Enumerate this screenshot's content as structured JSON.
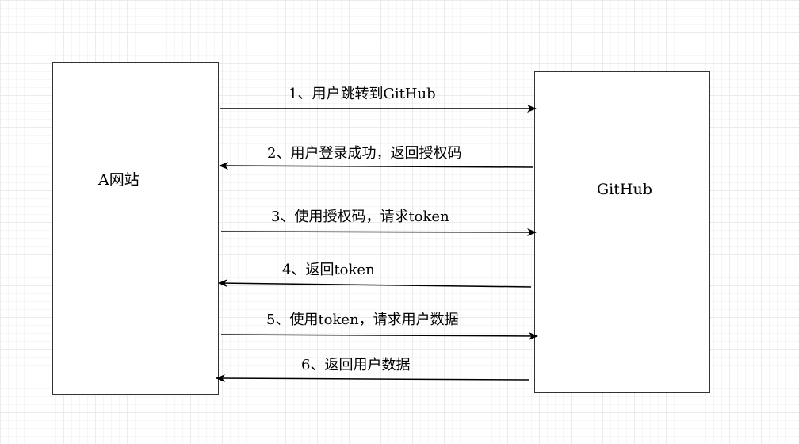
{
  "participants": {
    "left": {
      "label": "A网站"
    },
    "right": {
      "label": "GitHub"
    }
  },
  "messages": [
    {
      "label": "1、用户跳转到GitHub",
      "direction": "right"
    },
    {
      "label": "2、用户登录成功，返回授权码",
      "direction": "left"
    },
    {
      "label": "3、使用授权码，请求token",
      "direction": "right"
    },
    {
      "label": "4、返回token",
      "direction": "left"
    },
    {
      "label": "5、使用token，请求用户数据",
      "direction": "right"
    },
    {
      "label": "6、返回用户数据",
      "direction": "left"
    }
  ],
  "colors": {
    "line": "#000000",
    "box_border": "#333333",
    "grid": "#ebebeb"
  }
}
